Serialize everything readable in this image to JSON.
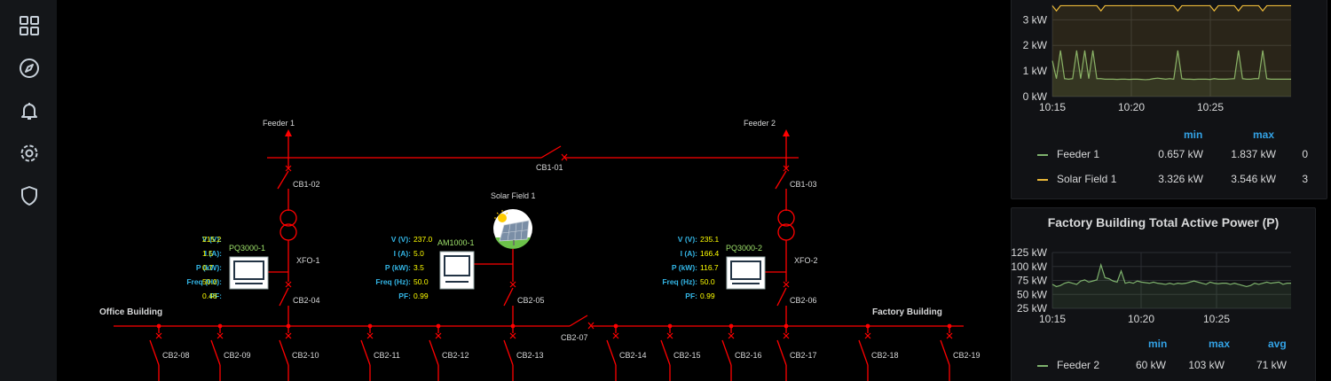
{
  "colors": {
    "sidebar_bg": "#141619",
    "bus": "#ff0000",
    "label_white": "#d8d9da",
    "label_cyan": "#33b5e5",
    "value_yellow": "#ffff00",
    "device_green": "#9fe36b",
    "series_green": "#7eb26d",
    "series_yellow": "#eab839",
    "legend_blue": "#33a2e5"
  },
  "sidebar": {
    "items": [
      {
        "icon": "dashboards-grid-icon"
      },
      {
        "icon": "explore-compass-icon"
      },
      {
        "icon": "alerting-bell-icon"
      },
      {
        "icon": "configuration-gear-icon"
      },
      {
        "icon": "server-admin-shield-icon"
      }
    ]
  },
  "diagram": {
    "feeders": [
      "Feeder 1",
      "Feeder 2"
    ],
    "solar_label": "Solar Field 1",
    "buildings": {
      "office": "Office Building",
      "factory": "Factory Building"
    },
    "transformers": [
      "XFO-1",
      "XFO-2"
    ],
    "breakers": {
      "cb1_01": "CB1-01",
      "cb1_02": "CB1-02",
      "cb1_03": "CB1-03",
      "cb2_04": "CB2-04",
      "cb2_05": "CB2-05",
      "cb2_06": "CB2-06",
      "cb2_07": "CB2-07",
      "cb2_08": "CB2-08",
      "cb2_09": "CB2-09",
      "cb2_10": "CB2-10",
      "cb2_11": "CB2-11",
      "cb2_12": "CB2-12",
      "cb2_13": "CB2-13",
      "cb2_14": "CB2-14",
      "cb2_15": "CB2-15",
      "cb2_16": "CB2-16",
      "cb2_17": "CB2-17",
      "cb2_18": "CB2-18",
      "cb2_19": "CB2-19"
    },
    "meters": [
      {
        "name": "PQ3000-1",
        "labels": [
          "V (V):",
          "I (A):",
          "P (kW):",
          "Freq (Hz):",
          "PF:"
        ],
        "values": [
          "215.2",
          "1.5",
          "0.7",
          "50.0",
          "0.48"
        ]
      },
      {
        "name": "AM1000-1",
        "labels": [
          "V (V):",
          "I (A):",
          "P (kW):",
          "Freq (Hz):",
          "PF:"
        ],
        "values": [
          "237.0",
          "5.0",
          "3.5",
          "50.0",
          "0.99"
        ]
      },
      {
        "name": "PQ3000-2",
        "labels": [
          "V (V):",
          "I (A):",
          "P (kW):",
          "Freq (Hz):",
          "PF:"
        ],
        "values": [
          "235.1",
          "166.4",
          "116.7",
          "50.0",
          "0.99"
        ]
      }
    ]
  },
  "panels": {
    "office": {
      "legend": {
        "headers": [
          "min",
          "max"
        ],
        "rows": [
          {
            "name": "Feeder 1",
            "min": "0.657 kW",
            "max": "1.837 kW",
            "extra": "0"
          },
          {
            "name": "Solar Field 1",
            "min": "3.326 kW",
            "max": "3.546 kW",
            "extra": "3"
          }
        ]
      }
    },
    "factory": {
      "title": "Factory Building Total Active Power (P)",
      "legend": {
        "headers": [
          "min",
          "max",
          "avg"
        ],
        "rows": [
          {
            "name": "Feeder 2",
            "min": "60 kW",
            "max": "103 kW",
            "avg": "71 kW"
          }
        ]
      }
    }
  },
  "chart_data": [
    {
      "type": "line",
      "y_ticks": [
        "0 kW",
        "1 kW",
        "2 kW",
        "3 kW"
      ],
      "x_ticks": [
        "10:15",
        "10:20",
        "10:25"
      ],
      "ylim": [
        0,
        3.6
      ],
      "grid": true,
      "legend_position": "bottom",
      "x": [
        0,
        1,
        2,
        3,
        4,
        5,
        6,
        7,
        8,
        9,
        10,
        11,
        12,
        13,
        14,
        15,
        16,
        17,
        18,
        19,
        20,
        21,
        22,
        23,
        24,
        25,
        26,
        27,
        28,
        29,
        30,
        31,
        32,
        33,
        34,
        35,
        36,
        37,
        38,
        39,
        40,
        41,
        42,
        43,
        44,
        45,
        46,
        47,
        48,
        49,
        50,
        51,
        52,
        53,
        54,
        55,
        56,
        57,
        58,
        59
      ],
      "series": [
        {
          "name": "Feeder 1",
          "values": [
            1.4,
            0.7,
            1.8,
            0.7,
            0.68,
            0.7,
            1.8,
            0.7,
            1.8,
            0.7,
            1.8,
            0.7,
            0.7,
            0.68,
            0.68,
            0.68,
            0.67,
            0.68,
            0.68,
            0.67,
            0.68,
            0.68,
            0.67,
            0.66,
            0.67,
            0.7,
            0.72,
            0.7,
            0.68,
            0.7,
            0.68,
            1.8,
            0.7,
            0.68,
            0.68,
            0.67,
            0.68,
            0.68,
            0.68,
            0.67,
            0.7,
            0.68,
            0.68,
            0.68,
            0.69,
            0.7,
            1.8,
            0.7,
            0.68,
            0.68,
            0.7,
            0.7,
            1.8,
            0.7,
            0.68,
            0.68,
            0.68,
            0.68,
            0.68,
            0.68
          ]
        },
        {
          "name": "Solar Field 1",
          "values": [
            3.55,
            3.35,
            3.55,
            3.55,
            3.55,
            3.55,
            3.55,
            3.55,
            3.55,
            3.55,
            3.55,
            3.55,
            3.35,
            3.55,
            3.55,
            3.55,
            3.55,
            3.55,
            3.55,
            3.55,
            3.55,
            3.55,
            3.55,
            3.55,
            3.55,
            3.55,
            3.55,
            3.55,
            3.55,
            3.55,
            3.55,
            3.35,
            3.55,
            3.55,
            3.55,
            3.55,
            3.55,
            3.55,
            3.55,
            3.55,
            3.35,
            3.55,
            3.55,
            3.55,
            3.55,
            3.55,
            3.35,
            3.55,
            3.55,
            3.55,
            3.55,
            3.55,
            3.35,
            3.55,
            3.55,
            3.55,
            3.55,
            3.55,
            3.55,
            3.55
          ]
        }
      ]
    },
    {
      "type": "line",
      "title": "Factory Building Total Active Power (P)",
      "y_ticks": [
        "25 kW",
        "50 kW",
        "75 kW",
        "100 kW",
        "125 kW"
      ],
      "x_ticks": [
        "10:15",
        "10:20",
        "10:25"
      ],
      "ylim": [
        25,
        125
      ],
      "grid": true,
      "legend_position": "bottom",
      "x": [
        0,
        1,
        2,
        3,
        4,
        5,
        6,
        7,
        8,
        9,
        10,
        11,
        12,
        13,
        14,
        15,
        16,
        17,
        18,
        19,
        20,
        21,
        22,
        23,
        24,
        25,
        26,
        27,
        28,
        29,
        30,
        31,
        32,
        33,
        34,
        35,
        36,
        37,
        38,
        39,
        40,
        41,
        42,
        43,
        44,
        45,
        46,
        47,
        48,
        49,
        50,
        51,
        52,
        53,
        54,
        55,
        56,
        57,
        58,
        59
      ],
      "series": [
        {
          "name": "Feeder 2",
          "values": [
            68,
            64,
            66,
            70,
            72,
            70,
            68,
            74,
            76,
            72,
            74,
            76,
            103,
            80,
            78,
            74,
            72,
            92,
            70,
            72,
            70,
            74,
            72,
            71,
            70,
            72,
            70,
            69,
            68,
            70,
            68,
            70,
            69,
            70,
            72,
            74,
            72,
            70,
            68,
            72,
            70,
            69,
            70,
            70,
            68,
            70,
            68,
            66,
            64,
            66,
            70,
            68,
            70,
            72,
            70,
            71,
            72,
            68,
            70,
            70
          ]
        }
      ]
    }
  ]
}
